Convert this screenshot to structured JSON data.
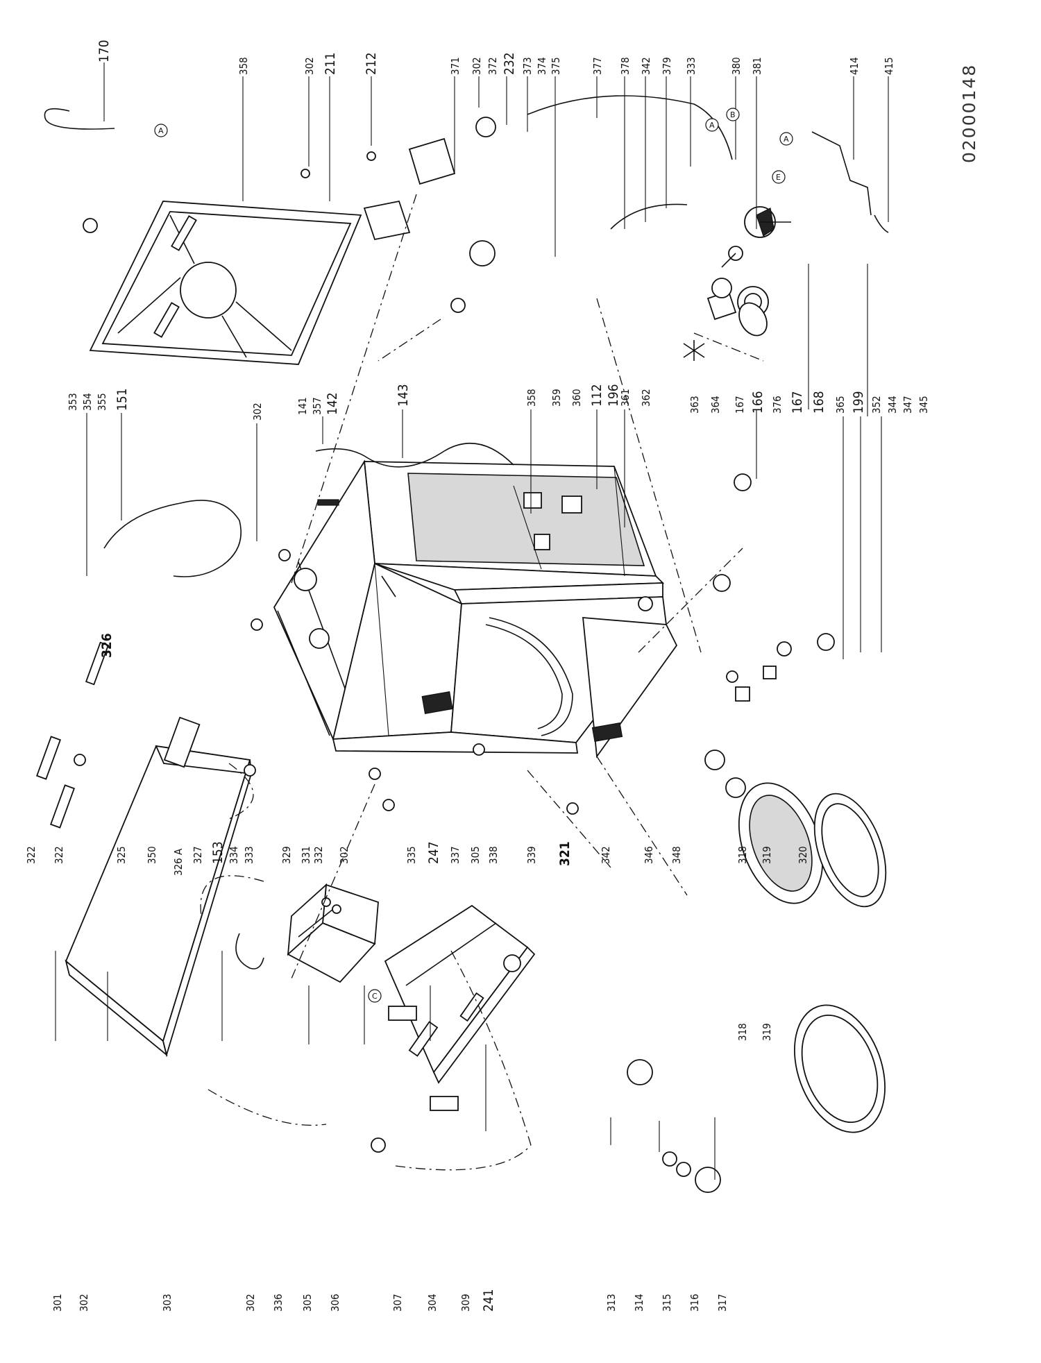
{
  "diagram": {
    "code": "02000148",
    "labels": {
      "l170": "170",
      "l358a": "358",
      "l302a": "302",
      "l211": "211",
      "l212": "212",
      "l371": "371",
      "l302b": "302",
      "l372": "372",
      "l232": "232",
      "l373": "373",
      "l374": "374",
      "l375": "375",
      "l377": "377",
      "l378": "378",
      "l342a": "342",
      "l379": "379",
      "l333a": "333",
      "l380": "380",
      "l381": "381",
      "l414": "414",
      "l415": "415",
      "l353": "353",
      "l354": "354",
      "l355": "355",
      "l151": "151",
      "l302c": "302",
      "l141": "141",
      "l357": "357",
      "l142": "142",
      "l143": "143",
      "l358b": "358",
      "l359": "359",
      "l360": "360",
      "l112": "112",
      "l196": "196",
      "l361": "361",
      "l362": "362",
      "l363": "363",
      "l364": "364",
      "l167a": "167",
      "l166": "166",
      "l376": "376",
      "l167b": "167",
      "l168": "168",
      "l365": "365",
      "l199": "199",
      "l352": "352",
      "l344": "344",
      "l347": "347",
      "l345": "345",
      "l326": "326",
      "l322a": "322",
      "l322b": "322",
      "l325": "325",
      "l350": "350",
      "l326a": "326 A",
      "l327": "327",
      "l153": "153",
      "l334": "334",
      "l333b": "333",
      "l329": "329",
      "l331": "331",
      "l332": "332",
      "l302d": "302",
      "l335": "335",
      "l247": "247",
      "l337": "337",
      "l305a": "305",
      "l338": "338",
      "l339": "339",
      "l321": "321",
      "l342b": "342",
      "l346": "346",
      "l348": "348",
      "l318a": "318",
      "l319a": "319",
      "l320": "320",
      "l318b": "318",
      "l319b": "319",
      "l301": "301",
      "l302e": "302",
      "l303": "303",
      "l302f": "302",
      "l336": "336",
      "l305b": "305",
      "l306": "306",
      "l307": "307",
      "l304": "304",
      "l309": "309",
      "l241": "241",
      "l313": "313",
      "l314": "314",
      "l315": "315",
      "l316": "316",
      "l317": "317"
    },
    "markers": {
      "a1": "A",
      "a2": "A",
      "a3": "A",
      "b": "B",
      "e": "E",
      "c": "C"
    }
  }
}
